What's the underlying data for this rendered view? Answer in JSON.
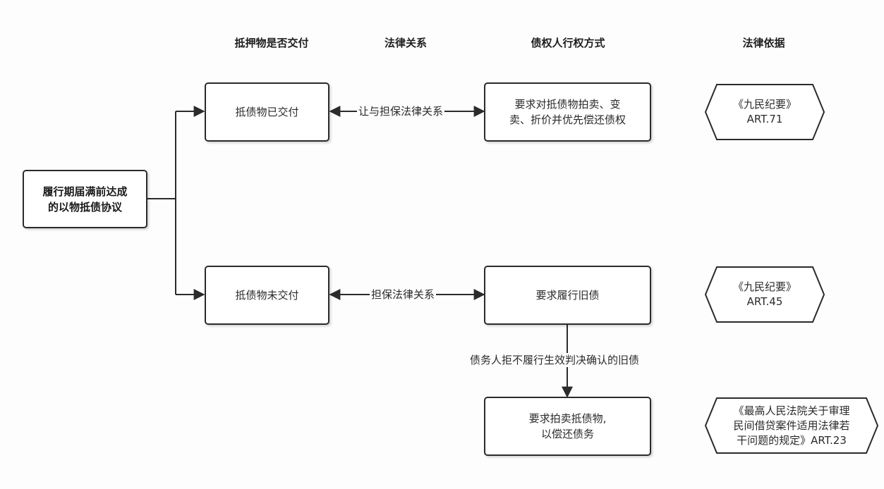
{
  "headers": {
    "delivery": "抵押物是否交付",
    "relation": "法律关系",
    "method": "债权人行权方式",
    "basis": "法律依据"
  },
  "nodes": {
    "root": "履行期届满前达成\n的以物抵债协议",
    "delivered": "抵债物已交付",
    "not_delivered": "抵债物未交付",
    "remedy_delivered": "要求对抵债物拍卖、变\n卖、折价并优先偿还债权",
    "remedy_old_debt": "要求履行旧债",
    "remedy_auction": "要求拍卖抵债物,\n以偿还债务"
  },
  "edges": {
    "relation_delivered": "让与担保法律关系",
    "relation_not_delivered": "担保法律关系",
    "refusal": "债务人拒不履行生效判决确认的旧债"
  },
  "legal_basis": {
    "basis_71": "《九民纪要》\nART.71",
    "basis_45": "《九民纪要》\nART.45",
    "basis_23": "《最高人民法院关于审理\n民间借贷案件适用法律若\n干问题的规定》ART.23"
  },
  "colors": {
    "stroke": "#2b2b2b",
    "background": "#fdfdfd",
    "box_fill": "#ffffff"
  }
}
